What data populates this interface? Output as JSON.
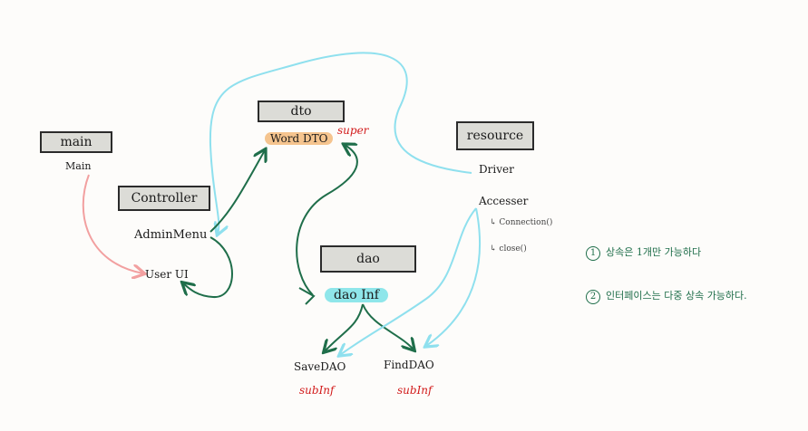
{
  "packages": {
    "main": "main",
    "controller": "Controller",
    "dto": "dto",
    "dao": "dao",
    "resource": "resource"
  },
  "classes": {
    "main": "Main",
    "admin_menu": "AdminMenu",
    "user_ui": "User UI",
    "word_dto": "Word DTO",
    "dao_inf": "dao Inf",
    "save_dao": "SaveDAO",
    "find_dao": "FindDAO",
    "driver": "Driver",
    "accesser": "Accesser",
    "connection": "↳ Connection()",
    "close": "↳ close()"
  },
  "annotations": {
    "super": "super",
    "subinf_save": "subInf",
    "subinf_find": "subInf"
  },
  "notes": [
    {
      "num": "1",
      "text": "상속은  1개만  가능하다"
    },
    {
      "num": "2",
      "text": "인터페이스는  다중 상속 가능하다."
    }
  ],
  "colors": {
    "green_arrow": "#1f6e4a",
    "cyan_line": "#8fe0ee",
    "pink_arrow": "#f2a0a0",
    "red_text": "#d21b1b"
  }
}
